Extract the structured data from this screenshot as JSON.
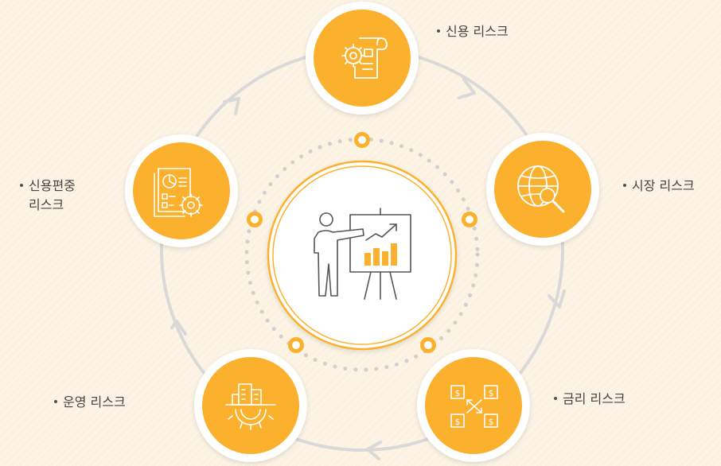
{
  "labels": {
    "credit_risk": "신용 리스크",
    "market_risk": "시장 리스크",
    "interest_rate_risk": "금리 리스크",
    "operational_risk": "운영 리스크",
    "concentration_risk_line1": "신용편중",
    "concentration_risk_line2": "리스크"
  },
  "nodes": [
    {
      "id": "credit",
      "icon": "gear-document-icon"
    },
    {
      "id": "market",
      "icon": "globe-search-icon"
    },
    {
      "id": "interest",
      "icon": "currency-exchange-icon"
    },
    {
      "id": "operational",
      "icon": "building-gear-icon"
    },
    {
      "id": "concentration",
      "icon": "report-gear-icon"
    }
  ],
  "center": {
    "icon": "presenter-chart-icon"
  },
  "colors": {
    "accent": "#fbb12d",
    "ring": "#d9d9d9",
    "node_ring": "#ffffff",
    "icon_stroke": "#ffffff",
    "center_border": "#fbb12d",
    "bg": "#fbf2e1"
  }
}
